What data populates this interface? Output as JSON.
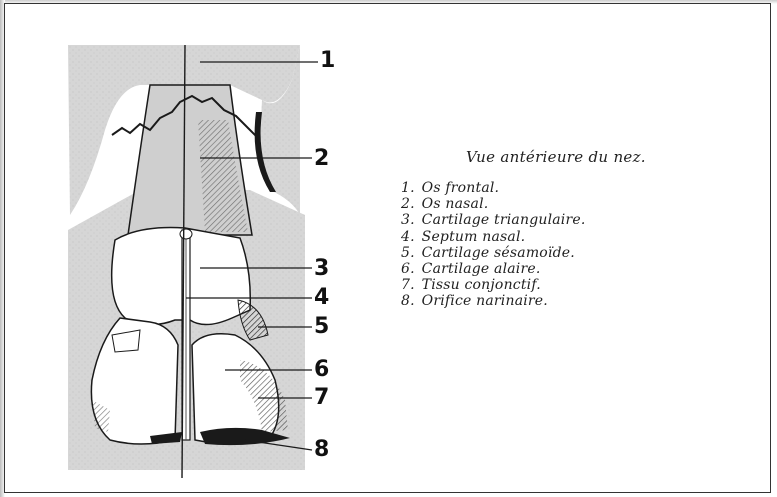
{
  "caption": "Vue antérieure du nez.",
  "callouts": [
    "1",
    "2",
    "3",
    "4",
    "5",
    "6",
    "7",
    "8"
  ],
  "legend": [
    {
      "num": "1.",
      "text": "Os frontal."
    },
    {
      "num": "2.",
      "text": "Os nasal."
    },
    {
      "num": "3.",
      "text": "Cartilage triangulaire."
    },
    {
      "num": "4.",
      "text": "Septum nasal."
    },
    {
      "num": "5.",
      "text": "Cartilage sésamoïde."
    },
    {
      "num": "6.",
      "text": "Cartilage alaire."
    },
    {
      "num": "7.",
      "text": "Tissu conjonctif."
    },
    {
      "num": "8.",
      "text": "Orifice narinaire."
    }
  ],
  "colors": {
    "tissue": "#d9d9d9",
    "ink": "#1a1a1a",
    "cartilage": "#ffffff"
  }
}
